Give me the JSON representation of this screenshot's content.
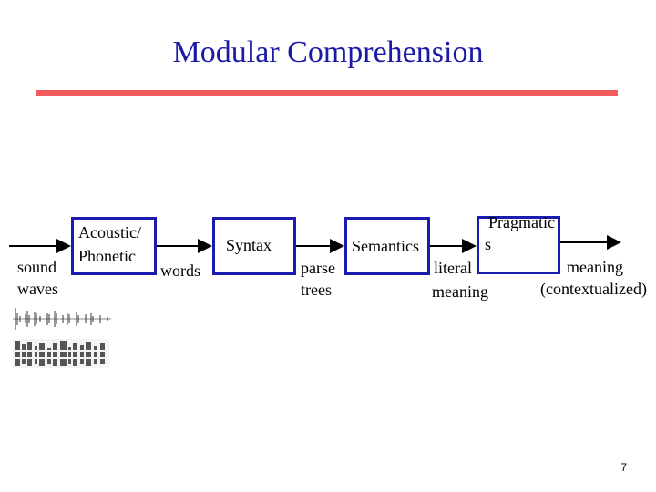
{
  "slide": {
    "title": "Modular Comprehension",
    "page_number": "7"
  },
  "colors": {
    "title": "#1a1aa6",
    "rule": "#f25b5b",
    "box_border": "#1b1bb0",
    "arrow": "#000000"
  },
  "pipeline": {
    "input": {
      "line1": "sound",
      "line2": "waves"
    },
    "modules": [
      {
        "id": "acoustic-phonetic",
        "line1": "Acoustic/",
        "line2": "Phonetic"
      },
      {
        "id": "syntax",
        "line1": "Syntax"
      },
      {
        "id": "semantics",
        "line1": "Semantics"
      },
      {
        "id": "pragmatics",
        "line1": "Pragmatic",
        "line2": "s"
      }
    ],
    "intermediates": [
      {
        "id": "words",
        "line1": "words"
      },
      {
        "id": "parse-trees",
        "line1": "parse",
        "line2": "trees"
      },
      {
        "id": "literal-meaning",
        "line1": "literal",
        "line2": "meaning"
      }
    ],
    "output": {
      "line1": "meaning",
      "line2": "(contextualized)"
    }
  },
  "images": {
    "waveform": "waveform-image",
    "spectrogram": "spectrogram-image"
  }
}
